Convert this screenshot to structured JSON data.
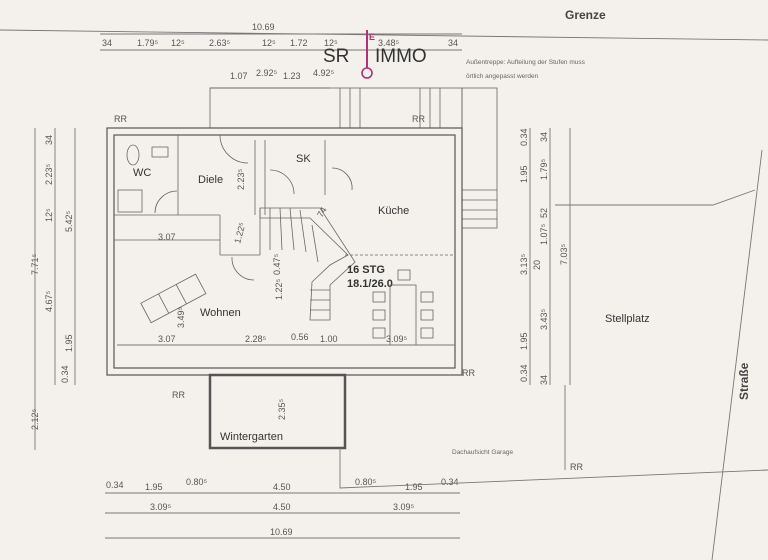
{
  "title": "Grenze",
  "logo": {
    "left": "SR",
    "right": "IMMO",
    "key_letter": "E",
    "color": "#b0307a"
  },
  "note": [
    "Außentreppe: Aufteilung der Stufen muss",
    "örtlich angepasst werden"
  ],
  "rooms": {
    "wc": "WC",
    "diele": "Diele",
    "sk": "SK",
    "kueche": "Küche",
    "wohnen": "Wohnen",
    "wintergarten": "Wintergarten"
  },
  "stairs": {
    "steps": "16 STG",
    "ratio": "18.1/26.0"
  },
  "labels": {
    "stellplatz": "Stellplatz",
    "strasse": "Straße",
    "garage": "Dachaufsicht Garage",
    "rr": "RR"
  },
  "dims_top": {
    "total": "10.69",
    "row2": [
      "34",
      "1.79⁵",
      "12⁵",
      "2.63⁵",
      "12⁵",
      "1.72",
      "12⁵",
      "3.48⁵",
      "34"
    ],
    "row3": [
      "1.07",
      "2.92⁵",
      "1.23",
      "4.92⁵"
    ]
  },
  "dims_bottom": {
    "row1": [
      "0.34",
      "1.95",
      "0.80⁵",
      "4.50",
      "0.80⁵",
      "1.95",
      "0.34"
    ],
    "row2": [
      "3.09⁵",
      "4.50",
      "3.09⁵"
    ],
    "total": "10.69"
  },
  "dims_left": {
    "col1": [
      "7.71⁵",
      "2.12⁵"
    ],
    "col2": [
      "34",
      "2.23⁵",
      "12⁵",
      "4.67⁵",
      "0.34"
    ],
    "col3": [
      "5.42⁵",
      "1.95"
    ]
  },
  "dims_right": {
    "col1": [
      "0.34",
      "1.95",
      "3.13⁵",
      "1.95",
      "0.34"
    ],
    "col2": [
      "34",
      "1.79⁵",
      "52",
      "1.07⁵",
      "20",
      "3.43⁵",
      "34"
    ],
    "col3": [
      "7.03⁵"
    ]
  },
  "dims_inner": {
    "w1": "3.07",
    "w2": "3.07",
    "w3": "2.28⁵",
    "w4": "0.56",
    "w5": "1.00",
    "w6": "3.09⁵",
    "h1": "2.23⁵",
    "h2": "1.22⁵",
    "h3": "0.47⁵",
    "h4": "1.22⁵",
    "h5": "3.49⁵",
    "s": "74",
    "h6": "2.35⁵"
  }
}
